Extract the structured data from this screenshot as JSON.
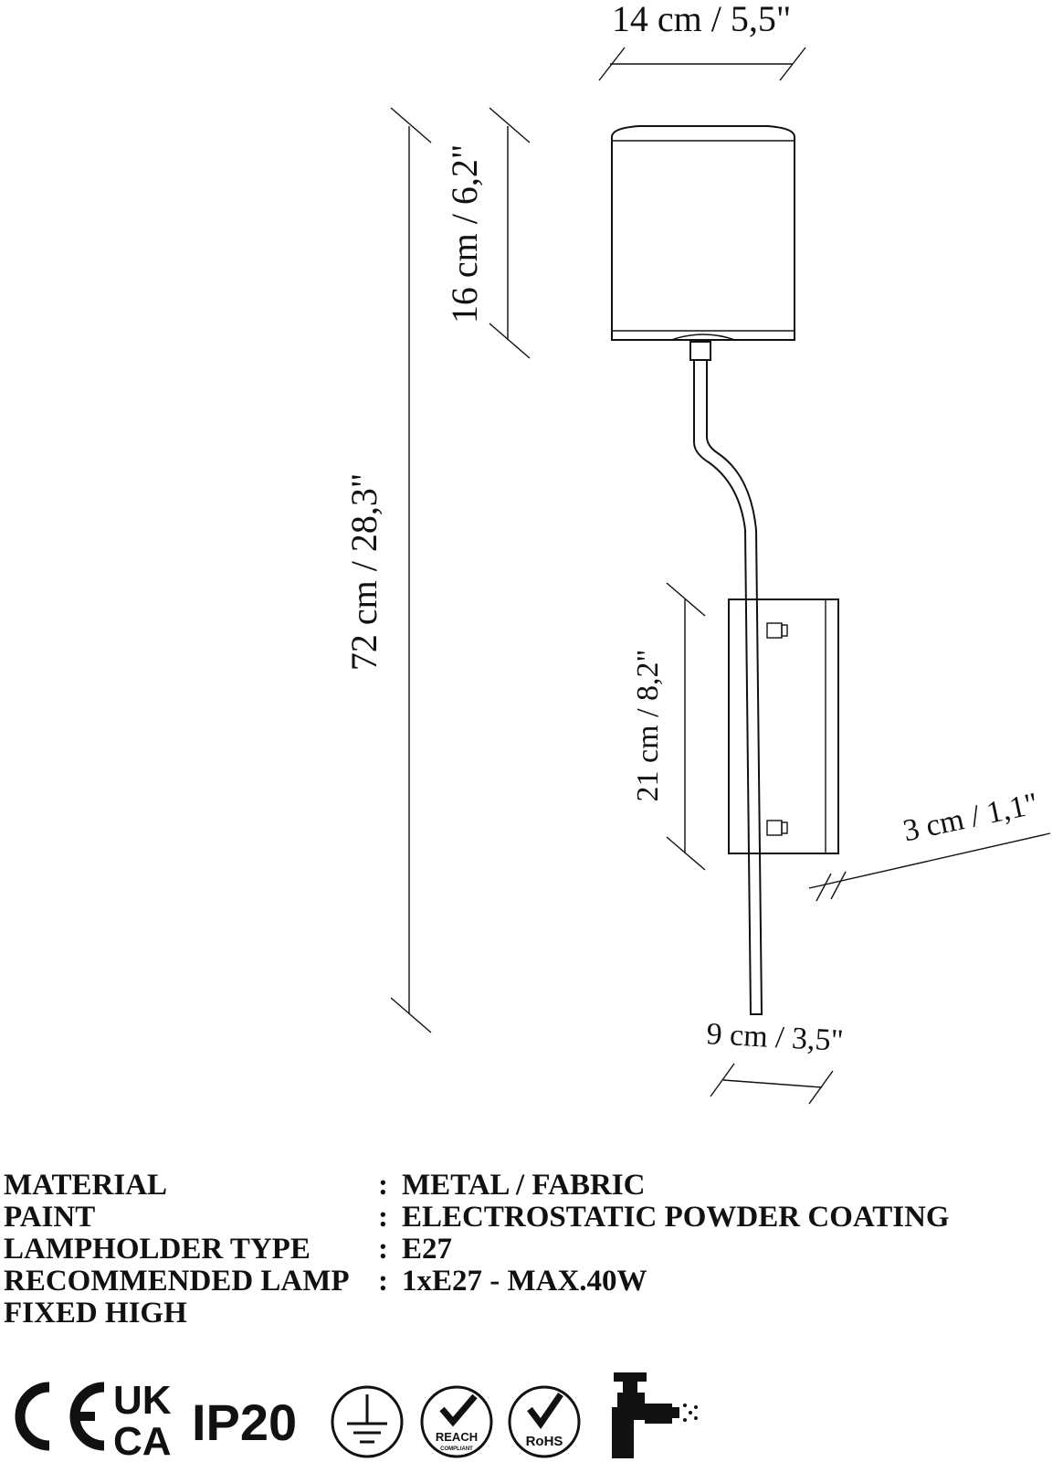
{
  "dimensions": {
    "shade_width": "14 cm / 5,5\"",
    "shade_height": "16 cm / 6,2\"",
    "total_height": "72 cm / 28,3\"",
    "plate_height": "21 cm / 8,2\"",
    "depth": "3 cm / 1,1\"",
    "base_width": "9 cm / 3,5\""
  },
  "specs": [
    {
      "label": "MATERIAL",
      "value": "METAL / FABRIC"
    },
    {
      "label": "PAINT",
      "value": "ELECTROSTATIC POWDER COATING"
    },
    {
      "label": "LAMPHOLDER TYPE",
      "value": "E27"
    },
    {
      "label": "RECOMMENDED LAMP",
      "value": "1xE27 - MAX.40W"
    },
    {
      "label": "FIXED HIGH",
      "value": ""
    }
  ],
  "spec_separator": ":",
  "marks": {
    "uk_top": "UK",
    "uk_bottom": "CA",
    "ip": "IP20",
    "reach": "REACH",
    "reach_sub": "COMPLIANT",
    "rohs": "RoHS"
  },
  "icons": [
    "ce-mark-icon",
    "ukca-mark-icon",
    "ground-class-icon",
    "reach-icon",
    "rohs-icon",
    "spray-gun-icon"
  ]
}
